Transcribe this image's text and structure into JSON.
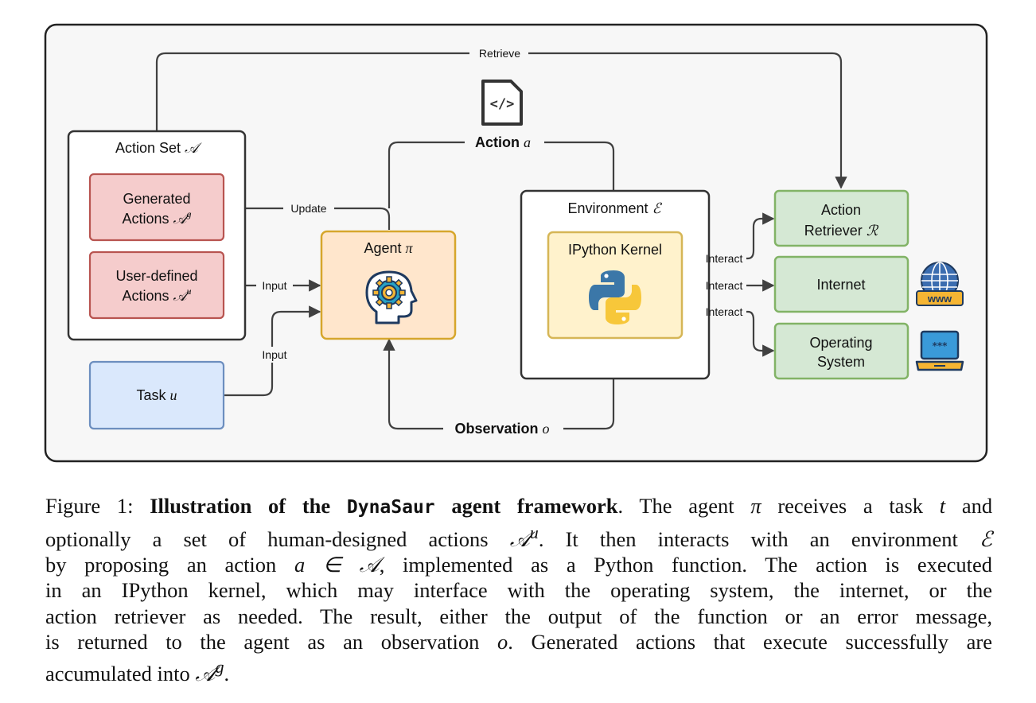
{
  "diagram": {
    "retrieve_label": "Retrieve",
    "action_set_label": "Action Set",
    "action_set_symbol": "𝒜",
    "generated_line1": "Generated",
    "generated_line2": "Actions",
    "generated_symbol": "𝒜",
    "generated_sup": "g",
    "user_line1": "User-defined",
    "user_line2": "Actions",
    "user_symbol": "𝒜",
    "user_sup": "u",
    "task_label": "Task",
    "task_symbol": "u",
    "update_label": "Update",
    "input_label_1": "Input",
    "input_label_2": "Input",
    "agent_label": "Agent",
    "agent_symbol": "π",
    "action_label": "Action",
    "action_symbol": "a",
    "observation_label": "Observation",
    "observation_symbol": "o",
    "environment_label": "Environment",
    "environment_symbol": "ℰ",
    "kernel_label": "IPython Kernel",
    "interact_1": "Interact",
    "interact_2": "Interact",
    "interact_3": "Interact",
    "retriever_line1": "Action",
    "retriever_line2": "Retriever",
    "retriever_symbol": "ℛ",
    "internet_label": "Internet",
    "os_line1": "Operating",
    "os_line2": "System",
    "www_label": "www",
    "code_icon_label": "</>",
    "colors": {
      "background": "#f7f7f7",
      "generated_fill": "#f5cccc",
      "generated_stroke": "#b85450",
      "task_fill": "#dae8fc",
      "task_stroke": "#6c8ebf",
      "agent_fill": "#ffe6cc",
      "agent_stroke": "#d6a62c",
      "kernel_fill": "#fff2cc",
      "kernel_stroke": "#d6b656",
      "tool_fill": "#d5e8d4",
      "tool_stroke": "#82b366",
      "arrow": "#404040"
    }
  },
  "caption": {
    "prefix": "Figure 1:",
    "bold_1": "Illustration of the",
    "bold_mono": "DynaSaur",
    "bold_2": "agent framework",
    "l1_rest_a": ". The agent",
    "l1_pi": "π",
    "l1_rest_b": "receives a task",
    "l1_t": "t",
    "l1_rest_c": "and",
    "l2_a": "optionally a set of human-designed actions",
    "l2_sym": "𝒜",
    "l2_sup": "u",
    "l2_b": ". It then interacts with an environment",
    "l2_env": "ℰ",
    "l3_a": "by proposing an action",
    "l3_expr": "a ∈ 𝒜",
    "l3_b": ", implemented as a Python function. The action is executed",
    "l4": "in an IPython kernel, which may interface with the operating system, the internet, or the",
    "l5": "action retriever as needed. The result, either the output of the function or an error message,",
    "l6_a": "is returned to the agent as an observation",
    "l6_o": "o",
    "l6_b": ". Generated actions that execute successfully are",
    "l7_a": "accumulated into",
    "l7_sym": "𝒜",
    "l7_sup": "g",
    "l7_b": "."
  }
}
